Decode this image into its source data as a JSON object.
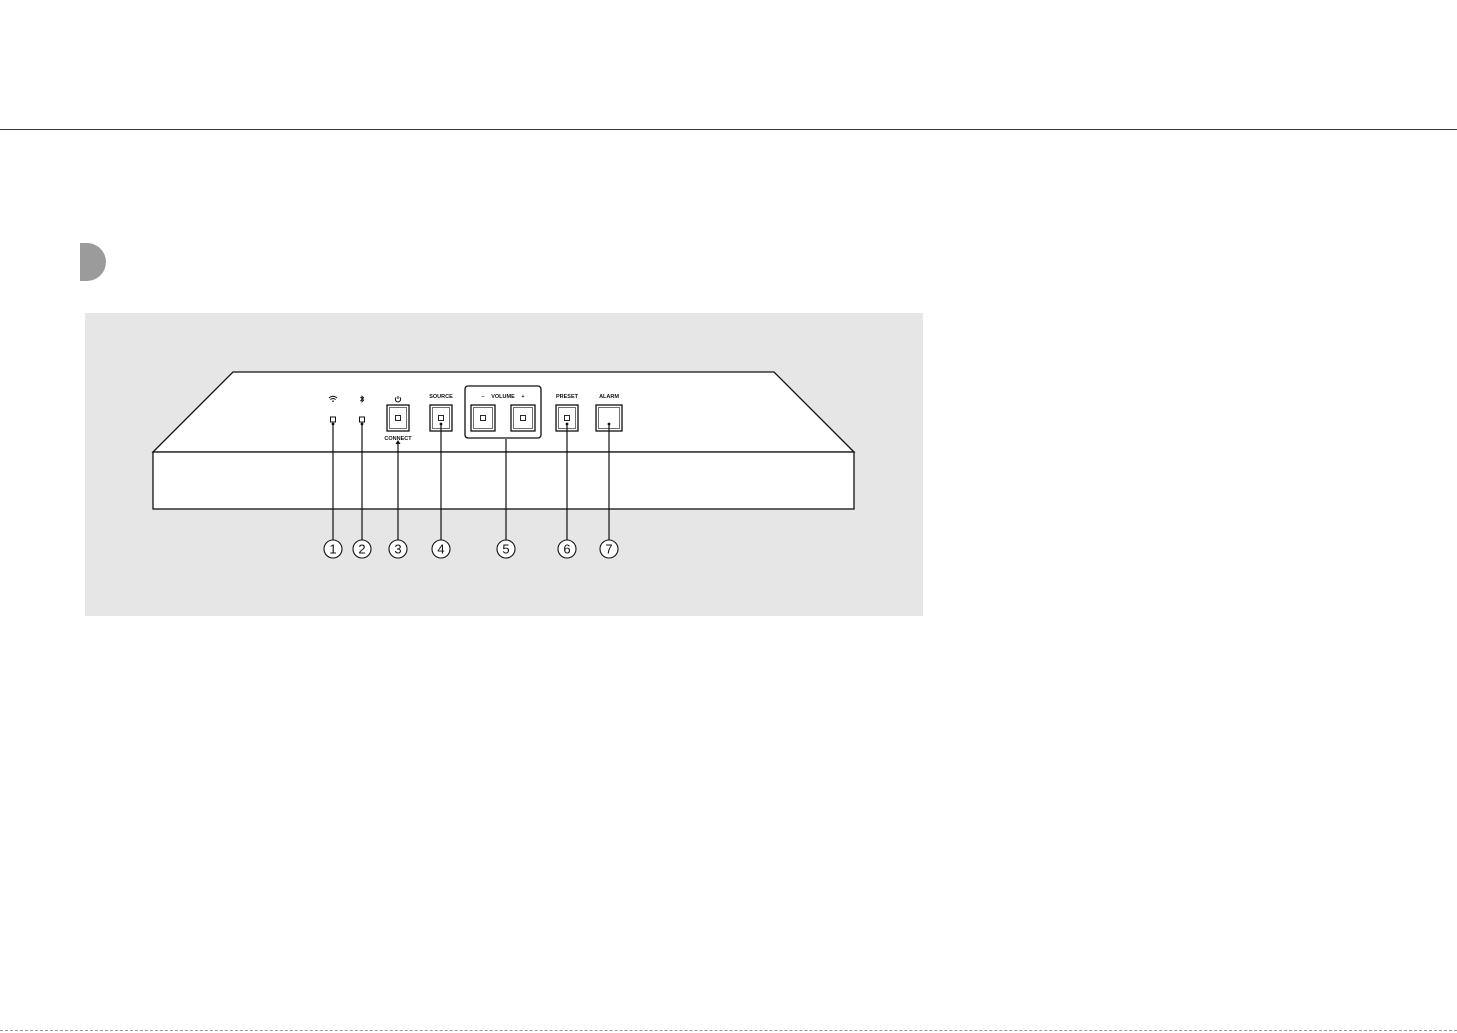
{
  "panel": {
    "buttons": {
      "source": "SOURCE",
      "volume": "VOLUME",
      "volume_minus": "–",
      "volume_plus": "+",
      "preset": "PRESET",
      "alarm": "ALARM",
      "connect": "CONNECT"
    },
    "icons": {
      "network": "wifi-icon",
      "bluetooth": "bluetooth-icon",
      "power": "power-icon"
    },
    "callouts": [
      "1",
      "2",
      "3",
      "4",
      "5",
      "6",
      "7"
    ]
  }
}
